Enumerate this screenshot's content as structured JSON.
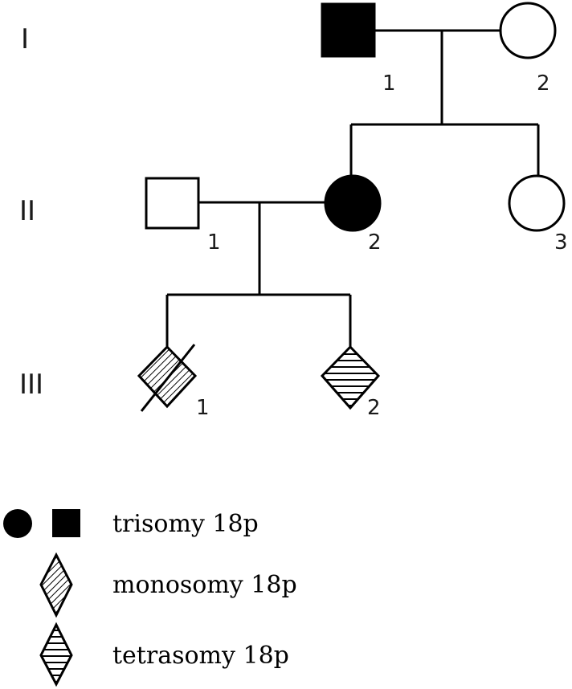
{
  "generations": {
    "g1": "I",
    "g2": "II",
    "g3": "III"
  },
  "individuals": {
    "i1": {
      "number": "1",
      "sex": "male",
      "status": "trisomy 18p"
    },
    "i2": {
      "number": "2",
      "sex": "female",
      "status": "unaffected"
    },
    "ii1": {
      "number": "1",
      "sex": "male",
      "status": "unaffected"
    },
    "ii2": {
      "number": "2",
      "sex": "female",
      "status": "trisomy 18p"
    },
    "ii3": {
      "number": "3",
      "sex": "female",
      "status": "unaffected"
    },
    "iii1": {
      "number": "1",
      "sex": "unknown",
      "status": "monosomy 18p",
      "deceased": true
    },
    "iii2": {
      "number": "2",
      "sex": "unknown",
      "status": "tetrasomy 18p"
    }
  },
  "legend": {
    "trisomy": "trisomy 18p",
    "monosomy": "monosomy 18p",
    "tetrasomy": "tetrasomy 18p"
  }
}
